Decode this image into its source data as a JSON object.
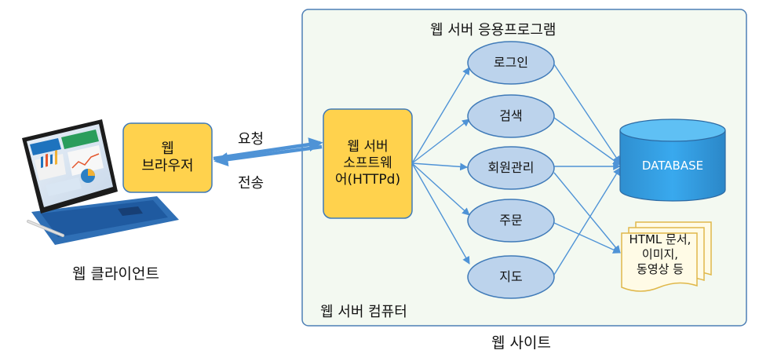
{
  "client": {
    "caption": "웹 클라이언트",
    "browser_line1": "웹",
    "browser_line2": "브라우저",
    "laptop_image": "tablet-laptop-icon"
  },
  "arrows": {
    "request": "요청",
    "response": "전송"
  },
  "server_computer": {
    "title": "웹 서버 컴퓨터",
    "app_title": "웹 서버 응용프로그램",
    "software_line1": "웹 서버",
    "software_line2": "소프트웨",
    "software_line3": "어(HTTPd)"
  },
  "modules": [
    {
      "label": "로그인"
    },
    {
      "label": "검색"
    },
    {
      "label": "회원관리"
    },
    {
      "label": "주문"
    },
    {
      "label": "지도"
    }
  ],
  "database": {
    "label": "DATABASE"
  },
  "documents": {
    "line1": "HTML 문서,",
    "line2": "이미지,",
    "line3": "동영상 등"
  },
  "site_caption": "웹 사이트",
  "colors": {
    "yellow_box": "#ffd24d",
    "ellipse_fill": "#bcd3ec",
    "arrow_blue": "#4f93d6",
    "panel_fill": "#f3f9f1",
    "db_fill": "#35a3e8"
  }
}
